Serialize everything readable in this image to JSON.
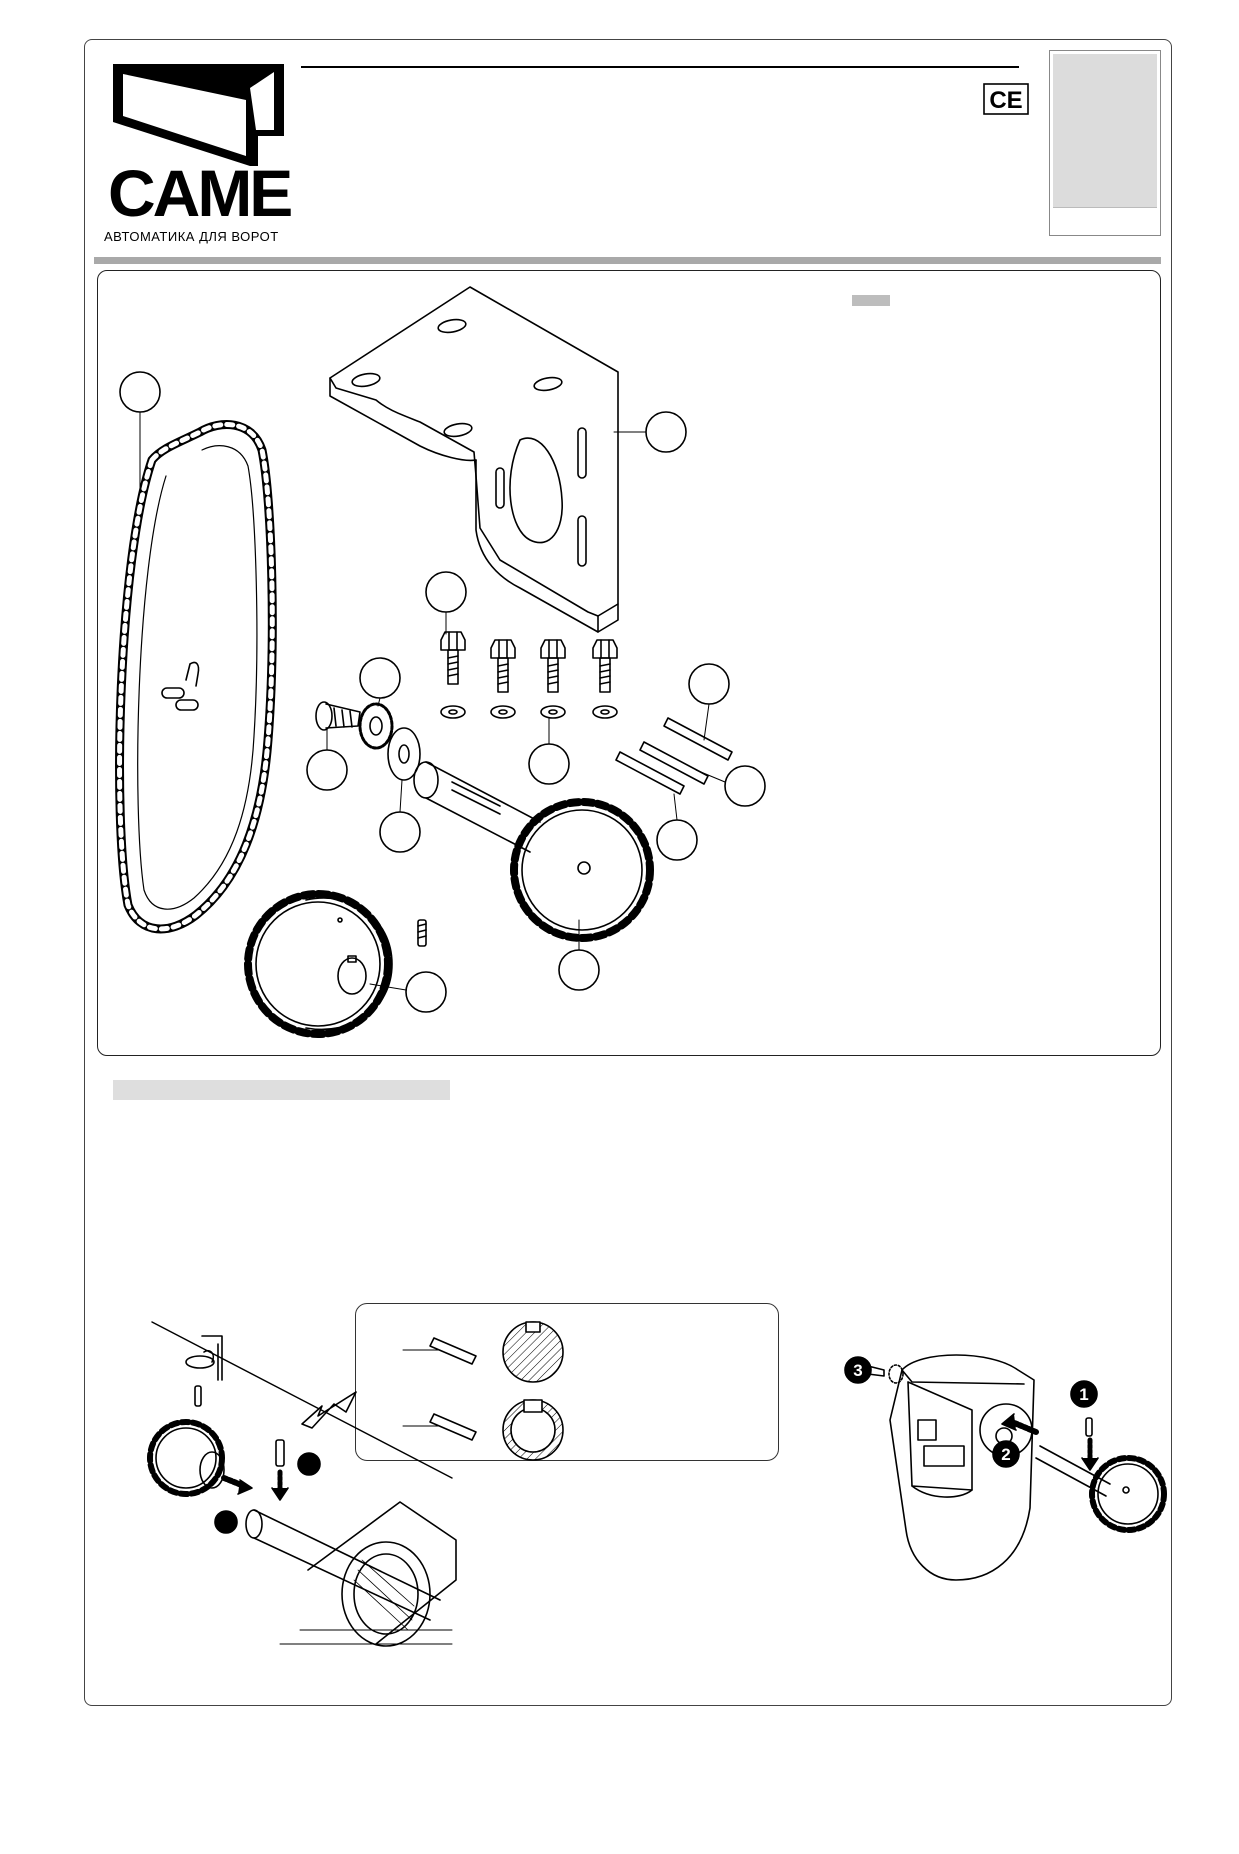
{
  "brand": {
    "name": "CAME",
    "tagline": "АВТОМАТИКА ДЛЯ ВОРОТ"
  },
  "marks": {
    "ce": "CE"
  },
  "step_numbers": [
    "1",
    "2",
    "3"
  ],
  "icons": {
    "logo": "came-logo-icon",
    "ce": "ce-mark-icon"
  },
  "colors": {
    "ink": "#000000",
    "band": "#a9a9a9",
    "tab_fill": "#dcdcdc",
    "section_bar": "#dedede"
  }
}
